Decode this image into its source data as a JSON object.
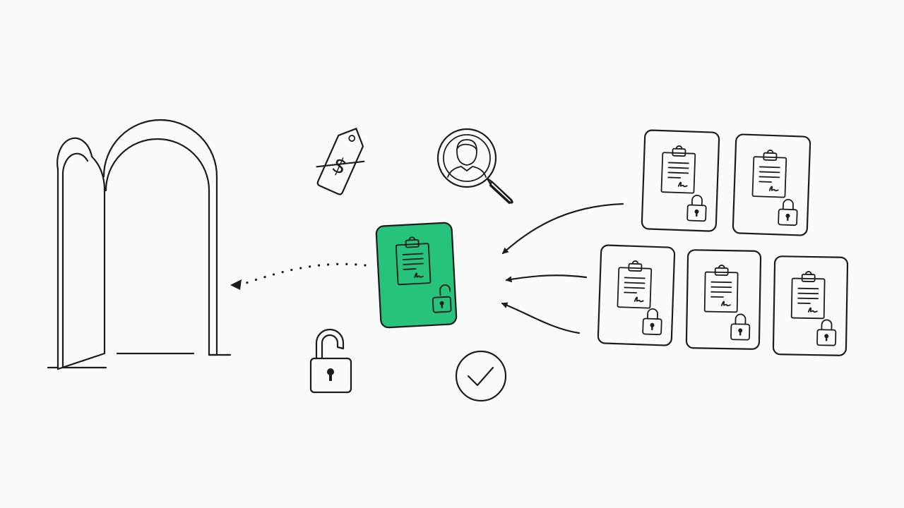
{
  "scene": {
    "background": "#fbfbfb",
    "stroke_color": "#1c1c1c",
    "accent_color": "#27c37a",
    "icons": [
      "open-arch-door",
      "crossed-out-price-tag-dollar",
      "person-magnifier",
      "unlocked-padlock",
      "checkmark-circle",
      "unlocked-clipboard-card-highlighted",
      "locked-clipboard-card"
    ],
    "price_tag_symbol": "$",
    "locked_card_count": 5,
    "unlocked_card_count": 1
  }
}
